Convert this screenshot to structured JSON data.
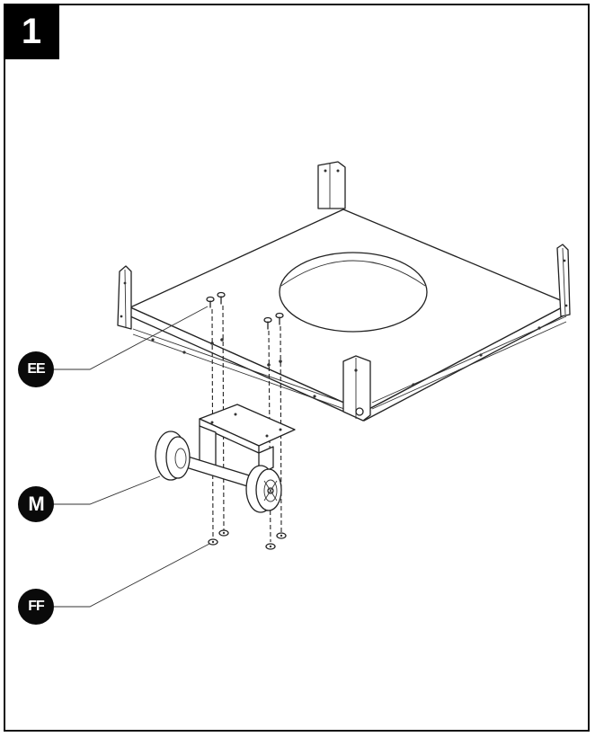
{
  "step": {
    "number": "1"
  },
  "callouts": {
    "ee": "EE",
    "m": "M",
    "ff": "FF"
  }
}
